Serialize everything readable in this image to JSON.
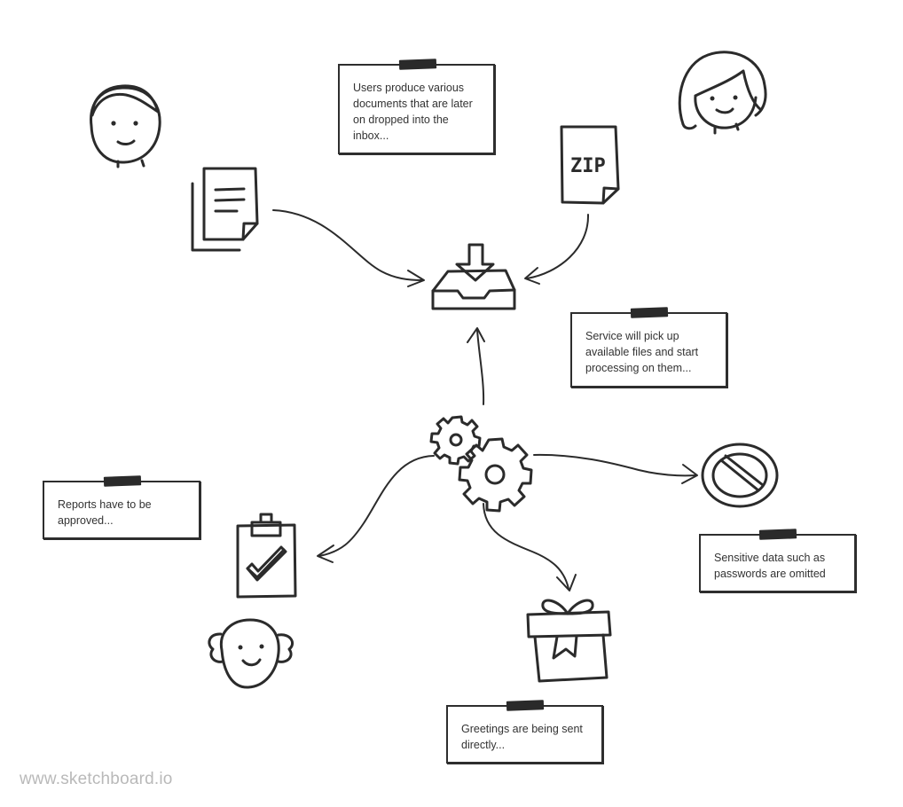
{
  "diagram": {
    "notes": {
      "inbox_note": "Users produce various\ndocuments that are later\non dropped into the\ninbox...",
      "service_note": "Service will pick up\navailable files and start\nprocessing on them...",
      "reports_note": "Reports have to be\napproved...",
      "sensitive_note": "Sensitive data such as\npasswords are omitted",
      "greetings_note": "Greetings are being sent\ndirectly..."
    },
    "icons": {
      "zip_label": "ZIP"
    },
    "colors": {
      "stroke": "#2b2b2b",
      "watermark": "#b9b9b9"
    }
  },
  "watermark": "www.sketchboard.io"
}
